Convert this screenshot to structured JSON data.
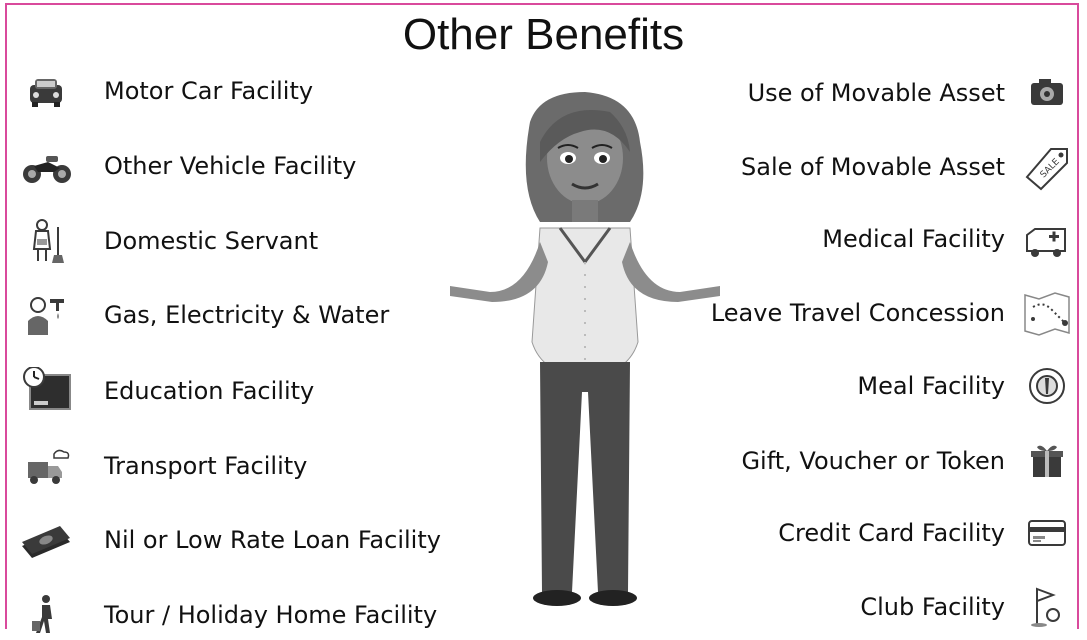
{
  "title": "Other Benefits",
  "left_items": [
    {
      "label": "Motor Car Facility",
      "icon": "car-icon"
    },
    {
      "label": "Other Vehicle Facility",
      "icon": "motorcycle-icon"
    },
    {
      "label": "Domestic Servant",
      "icon": "maid-icon"
    },
    {
      "label": "Gas, Electricity & Water",
      "icon": "utilities-icon"
    },
    {
      "label": "Education Facility",
      "icon": "clock-blackboard-icon"
    },
    {
      "label": "Transport Facility",
      "icon": "truck-icon"
    },
    {
      "label": "Nil or Low Rate Loan Facility",
      "icon": "money-stack-icon"
    },
    {
      "label": "Tour / Holiday Home Facility",
      "icon": "traveler-icon"
    }
  ],
  "right_items": [
    {
      "label": "Use of Movable Asset",
      "icon": "camera-icon"
    },
    {
      "label": "Sale of Movable Asset",
      "icon": "sale-tag-icon"
    },
    {
      "label": "Medical Facility",
      "icon": "ambulance-icon"
    },
    {
      "label": "Leave Travel Concession",
      "icon": "travel-map-icon"
    },
    {
      "label": "Meal Facility",
      "icon": "plate-icon"
    },
    {
      "label": "Gift, Voucher or Token",
      "icon": "gift-icon"
    },
    {
      "label": "Credit Card Facility",
      "icon": "credit-card-icon"
    },
    {
      "label": "Club Facility",
      "icon": "golf-flag-icon"
    }
  ],
  "colors": {
    "border": "#d94a9c",
    "text": "#111111",
    "icon": "#3a3a3a"
  }
}
